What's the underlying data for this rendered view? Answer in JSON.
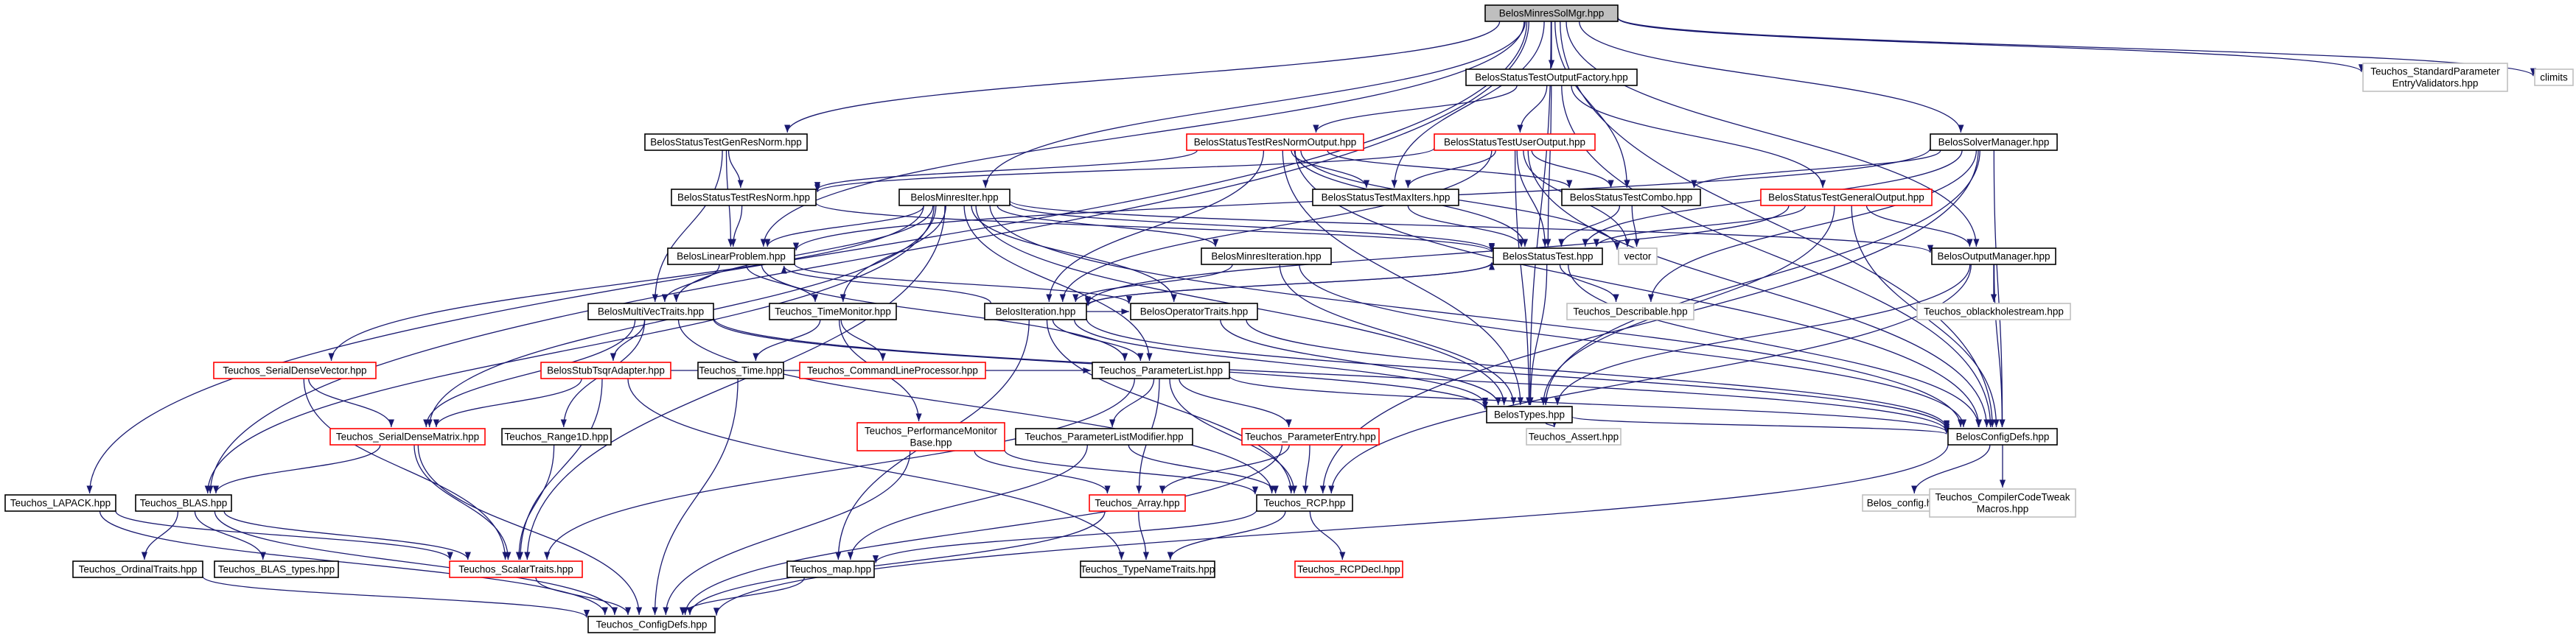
{
  "diagram": {
    "colors": {
      "edge": "#191970",
      "root_fill": "#bfbfbf",
      "normal_border": "#000000",
      "linked_border": "#ff0000",
      "external_border": "#bfbfbf"
    },
    "nodes": [
      {
        "id": "root",
        "label": "BelosMinresSolMgr.hpp",
        "kind": "root"
      },
      {
        "id": "otfactory",
        "label": "BelosStatusTestOutputFactory.hpp",
        "kind": "normal"
      },
      {
        "id": "stdparam",
        "label": [
          "Teuchos_StandardParameter",
          "EntryValidators.hpp"
        ],
        "kind": "external"
      },
      {
        "id": "climits",
        "label": "climits",
        "kind": "external"
      },
      {
        "id": "genresnorm",
        "label": "BelosStatusTestGenResNorm.hpp",
        "kind": "normal"
      },
      {
        "id": "resnormout",
        "label": "BelosStatusTestResNormOutput.hpp",
        "kind": "linked"
      },
      {
        "id": "useroutput",
        "label": "BelosStatusTestUserOutput.hpp",
        "kind": "linked"
      },
      {
        "id": "solvermgr",
        "label": "BelosSolverManager.hpp",
        "kind": "normal"
      },
      {
        "id": "resnorm",
        "label": "BelosStatusTestResNorm.hpp",
        "kind": "normal"
      },
      {
        "id": "minresiter",
        "label": "BelosMinresIter.hpp",
        "kind": "normal"
      },
      {
        "id": "maxiters",
        "label": "BelosStatusTestMaxIters.hpp",
        "kind": "normal"
      },
      {
        "id": "combo",
        "label": "BelosStatusTestCombo.hpp",
        "kind": "normal"
      },
      {
        "id": "generalout",
        "label": "BelosStatusTestGeneralOutput.hpp",
        "kind": "linked"
      },
      {
        "id": "linprob",
        "label": "BelosLinearProblem.hpp",
        "kind": "normal"
      },
      {
        "id": "minresiteration",
        "label": "BelosMinresIteration.hpp",
        "kind": "normal"
      },
      {
        "id": "statustest",
        "label": "BelosStatusTest.hpp",
        "kind": "normal"
      },
      {
        "id": "vector",
        "label": "vector",
        "kind": "external"
      },
      {
        "id": "outmgr",
        "label": "BelosOutputManager.hpp",
        "kind": "normal"
      },
      {
        "id": "multivec",
        "label": "BelosMultiVecTraits.hpp",
        "kind": "normal"
      },
      {
        "id": "timemon",
        "label": "Teuchos_TimeMonitor.hpp",
        "kind": "normal"
      },
      {
        "id": "iteration",
        "label": "BelosIteration.hpp",
        "kind": "normal"
      },
      {
        "id": "optraits",
        "label": "BelosOperatorTraits.hpp",
        "kind": "normal"
      },
      {
        "id": "describable",
        "label": "Teuchos_Describable.hpp",
        "kind": "external"
      },
      {
        "id": "oblackhole",
        "label": "Teuchos_oblackholestream.hpp",
        "kind": "external"
      },
      {
        "id": "sdvector",
        "label": "Teuchos_SerialDenseVector.hpp",
        "kind": "linked"
      },
      {
        "id": "tsqr",
        "label": "BelosStubTsqrAdapter.hpp",
        "kind": "linked"
      },
      {
        "id": "cmdline",
        "label": "Teuchos_CommandLineProcessor.hpp",
        "kind": "linked"
      },
      {
        "id": "teuchostime",
        "label": "Teuchos_Time.hpp",
        "kind": "normal"
      },
      {
        "id": "paramlist",
        "label": "Teuchos_ParameterList.hpp",
        "kind": "normal"
      },
      {
        "id": "belostypes",
        "label": "BelosTypes.hpp",
        "kind": "normal"
      },
      {
        "id": "sdmatrix",
        "label": "Teuchos_SerialDenseMatrix.hpp",
        "kind": "linked"
      },
      {
        "id": "range1d",
        "label": "Teuchos_Range1D.hpp",
        "kind": "normal"
      },
      {
        "id": "perfmon",
        "label": [
          "Teuchos_PerformanceMonitor",
          "Base.hpp"
        ],
        "kind": "linked"
      },
      {
        "id": "plmodifier",
        "label": "Teuchos_ParameterListModifier.hpp",
        "kind": "normal"
      },
      {
        "id": "paramentry",
        "label": "Teuchos_ParameterEntry.hpp",
        "kind": "linked"
      },
      {
        "id": "assert",
        "label": "Teuchos_Assert.hpp",
        "kind": "external"
      },
      {
        "id": "configdefs",
        "label": "BelosConfigDefs.hpp",
        "kind": "normal"
      },
      {
        "id": "lapack",
        "label": "Teuchos_LAPACK.hpp",
        "kind": "normal"
      },
      {
        "id": "blas",
        "label": "Teuchos_BLAS.hpp",
        "kind": "normal"
      },
      {
        "id": "tarray",
        "label": "Teuchos_Array.hpp",
        "kind": "linked"
      },
      {
        "id": "rcp",
        "label": "Teuchos_RCP.hpp",
        "kind": "normal"
      },
      {
        "id": "belosconfig",
        "label": "Belos_config.h",
        "kind": "external"
      },
      {
        "id": "tweak",
        "label": [
          "Teuchos_CompilerCodeTweak",
          "Macros.hpp"
        ],
        "kind": "external"
      },
      {
        "id": "ordinal",
        "label": "Teuchos_OrdinalTraits.hpp",
        "kind": "normal"
      },
      {
        "id": "blastypes",
        "label": "Teuchos_BLAS_types.hpp",
        "kind": "normal"
      },
      {
        "id": "scalartraits",
        "label": "Teuchos_ScalarTraits.hpp",
        "kind": "linked"
      },
      {
        "id": "tmap",
        "label": "Teuchos_map.hpp",
        "kind": "normal"
      },
      {
        "id": "typename",
        "label": "Teuchos_TypeNameTraits.hpp",
        "kind": "normal"
      },
      {
        "id": "rcpdecl",
        "label": "Teuchos_RCPDecl.hpp",
        "kind": "linked"
      },
      {
        "id": "tconfigdefs",
        "label": "Teuchos_ConfigDefs.hpp",
        "kind": "normal"
      }
    ],
    "edges": [
      [
        "root",
        "otfactory"
      ],
      [
        "root",
        "stdparam"
      ],
      [
        "root",
        "climits"
      ],
      [
        "root",
        "genresnorm"
      ],
      [
        "root",
        "solvermgr"
      ],
      [
        "root",
        "minresiter"
      ],
      [
        "root",
        "maxiters"
      ],
      [
        "root",
        "combo"
      ],
      [
        "root",
        "linprob"
      ],
      [
        "root",
        "lapack"
      ],
      [
        "root",
        "blas"
      ],
      [
        "root",
        "configdefs"
      ],
      [
        "root",
        "belostypes"
      ],
      [
        "root",
        "outmgr"
      ],
      [
        "otfactory",
        "resnormout"
      ],
      [
        "otfactory",
        "useroutput"
      ],
      [
        "otfactory",
        "generalout"
      ],
      [
        "otfactory",
        "configdefs"
      ],
      [
        "otfactory",
        "statustest"
      ],
      [
        "genresnorm",
        "resnorm"
      ],
      [
        "genresnorm",
        "linprob"
      ],
      [
        "genresnorm",
        "multivec"
      ],
      [
        "resnormout",
        "resnorm"
      ],
      [
        "resnormout",
        "maxiters"
      ],
      [
        "resnormout",
        "combo"
      ],
      [
        "resnormout",
        "statustest"
      ],
      [
        "resnormout",
        "belostypes"
      ],
      [
        "resnormout",
        "iteration"
      ],
      [
        "resnormout",
        "configdefs"
      ],
      [
        "resnormout",
        "vector"
      ],
      [
        "useroutput",
        "resnorm"
      ],
      [
        "useroutput",
        "maxiters"
      ],
      [
        "useroutput",
        "combo"
      ],
      [
        "useroutput",
        "statustest"
      ],
      [
        "useroutput",
        "belostypes"
      ],
      [
        "useroutput",
        "iteration"
      ],
      [
        "useroutput",
        "configdefs"
      ],
      [
        "useroutput",
        "vector"
      ],
      [
        "solvermgr",
        "combo"
      ],
      [
        "solvermgr",
        "statustest"
      ],
      [
        "solvermgr",
        "belostypes"
      ],
      [
        "solvermgr",
        "configdefs"
      ],
      [
        "solvermgr",
        "linprob"
      ],
      [
        "solvermgr",
        "describable"
      ],
      [
        "solvermgr",
        "rcp"
      ],
      [
        "resnorm",
        "linprob"
      ],
      [
        "resnorm",
        "statustest"
      ],
      [
        "minresiter",
        "linprob"
      ],
      [
        "minresiter",
        "minresiteration"
      ],
      [
        "minresiter",
        "statustest"
      ],
      [
        "minresiter",
        "outmgr"
      ],
      [
        "minresiter",
        "multivec"
      ],
      [
        "minresiter",
        "optraits"
      ],
      [
        "minresiter",
        "belostypes"
      ],
      [
        "minresiter",
        "timemon"
      ],
      [
        "minresiter",
        "sdmatrix"
      ],
      [
        "minresiter",
        "sdvector"
      ],
      [
        "minresiter",
        "blas"
      ],
      [
        "minresiter",
        "scalartraits"
      ],
      [
        "minresiter",
        "paramlist"
      ],
      [
        "minresiter",
        "configdefs"
      ],
      [
        "maxiters",
        "statustest"
      ],
      [
        "combo",
        "statustest"
      ],
      [
        "combo",
        "vector"
      ],
      [
        "generalout",
        "statustest"
      ],
      [
        "generalout",
        "outmgr"
      ],
      [
        "generalout",
        "belostypes"
      ],
      [
        "generalout",
        "configdefs"
      ],
      [
        "generalout",
        "iteration"
      ],
      [
        "linprob",
        "multivec"
      ],
      [
        "linprob",
        "optraits"
      ],
      [
        "linprob",
        "timemon"
      ],
      [
        "linprob",
        "paramlist"
      ],
      [
        "minresiteration",
        "iteration"
      ],
      [
        "minresiteration",
        "belostypes"
      ],
      [
        "minresiteration",
        "configdefs"
      ],
      [
        "statustest",
        "belostypes"
      ],
      [
        "statustest",
        "configdefs"
      ],
      [
        "statustest",
        "describable"
      ],
      [
        "statustest",
        "iteration"
      ],
      [
        "outmgr",
        "belostypes"
      ],
      [
        "outmgr",
        "configdefs"
      ],
      [
        "outmgr",
        "oblackhole"
      ],
      [
        "outmgr",
        "rcp"
      ],
      [
        "multivec",
        "tsqr"
      ],
      [
        "multivec",
        "sdmatrix"
      ],
      [
        "multivec",
        "range1d"
      ],
      [
        "multivec",
        "rcp"
      ],
      [
        "multivec",
        "configdefs"
      ],
      [
        "multivec",
        "belostypes"
      ],
      [
        "timemon",
        "teuchostime"
      ],
      [
        "timemon",
        "perfmon"
      ],
      [
        "timemon",
        "cmdline"
      ],
      [
        "iteration",
        "linprob"
      ],
      [
        "iteration",
        "optraits"
      ],
      [
        "iteration",
        "statustest"
      ],
      [
        "iteration",
        "belostypes"
      ],
      [
        "iteration",
        "configdefs"
      ],
      [
        "iteration",
        "paramlist"
      ],
      [
        "iteration",
        "rcp"
      ],
      [
        "iteration",
        "tmap"
      ],
      [
        "optraits",
        "belostypes"
      ],
      [
        "optraits",
        "configdefs"
      ],
      [
        "sdvector",
        "sdmatrix"
      ],
      [
        "sdvector",
        "scalartraits"
      ],
      [
        "tsqr",
        "sdmatrix"
      ],
      [
        "tsqr",
        "paramlist"
      ],
      [
        "tsqr",
        "scalartraits"
      ],
      [
        "tsqr",
        "typename"
      ],
      [
        "teuchostime",
        "tconfigdefs"
      ],
      [
        "paramlist",
        "plmodifier"
      ],
      [
        "paramlist",
        "paramentry"
      ],
      [
        "paramlist",
        "tarray"
      ],
      [
        "paramlist",
        "rcp"
      ],
      [
        "paramlist",
        "scalartraits"
      ],
      [
        "paramlist",
        "configdefs"
      ],
      [
        "belostypes",
        "assert"
      ],
      [
        "belostypes",
        "configdefs"
      ],
      [
        "sdmatrix",
        "blas"
      ],
      [
        "sdmatrix",
        "scalartraits"
      ],
      [
        "sdmatrix",
        "tconfigdefs"
      ],
      [
        "range1d",
        "scalartraits"
      ],
      [
        "perfmon",
        "rcp"
      ],
      [
        "perfmon",
        "tarray"
      ],
      [
        "perfmon",
        "tconfigdefs"
      ],
      [
        "plmodifier",
        "rcp"
      ],
      [
        "plmodifier",
        "tmap"
      ],
      [
        "paramentry",
        "rcp"
      ],
      [
        "paramentry",
        "tarray"
      ],
      [
        "paramentry",
        "tconfigdefs"
      ],
      [
        "configdefs",
        "belosconfig"
      ],
      [
        "configdefs",
        "tweak"
      ],
      [
        "configdefs",
        "tconfigdefs"
      ],
      [
        "lapack",
        "scalartraits"
      ],
      [
        "lapack",
        "tconfigdefs"
      ],
      [
        "blas",
        "ordinal"
      ],
      [
        "blas",
        "blastypes"
      ],
      [
        "blas",
        "scalartraits"
      ],
      [
        "blas",
        "tconfigdefs"
      ],
      [
        "tarray",
        "typename"
      ],
      [
        "tarray",
        "tconfigdefs"
      ],
      [
        "rcp",
        "typename"
      ],
      [
        "rcp",
        "rcpdecl"
      ],
      [
        "rcp",
        "tmap"
      ],
      [
        "ordinal",
        "tconfigdefs"
      ],
      [
        "scalartraits",
        "tconfigdefs"
      ],
      [
        "tmap",
        "tconfigdefs"
      ]
    ]
  }
}
